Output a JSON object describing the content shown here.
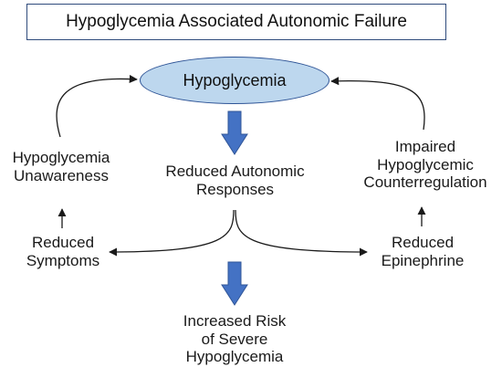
{
  "title": "Hypoglycemia Associated Autonomic Failure",
  "nodes": {
    "center": "Hypoglycemia",
    "reduced_responses": [
      "Reduced Autonomic",
      "Responses"
    ],
    "unawareness": [
      "Hypoglycemia",
      "Unawareness"
    ],
    "counterregulation": [
      "Impaired",
      "Hypoglycemic",
      "Counterregulation"
    ],
    "reduced_symptoms": [
      "Reduced",
      "Symptoms"
    ],
    "reduced_epinephrine": [
      "Reduced",
      "Epinephrine"
    ],
    "outcome": [
      "Increased Risk",
      "of Severe",
      "Hypoglycemia"
    ]
  },
  "colors": {
    "ellipse_fill": "#bdd7ee",
    "ellipse_stroke": "#2f5597",
    "block_arrow": "#4472c4",
    "line": "#1a1a1a"
  }
}
